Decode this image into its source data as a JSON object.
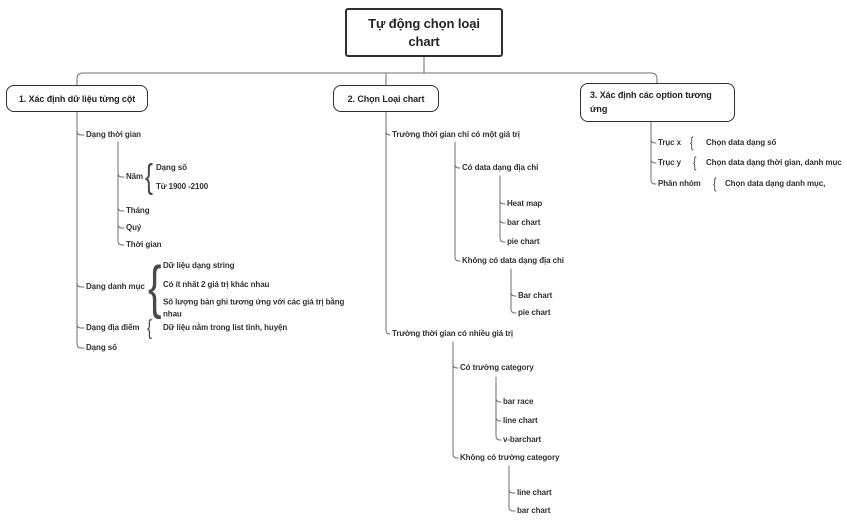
{
  "root": {
    "label": "Tự động chọn loại chart"
  },
  "glyphs": {
    "brace": "{"
  },
  "colors": {
    "line": "#6f6f6f",
    "text": "#323232",
    "border": "#2f2f2f",
    "background": "#ffffff"
  },
  "branch1": {
    "title": "1. Xác định dữ liệu từng cột",
    "time": {
      "label": "Dạng thời gian",
      "year": {
        "label": "Năm",
        "notes": [
          "Dạng số",
          "Từ 1900 -2100"
        ]
      },
      "month": {
        "label": "Tháng"
      },
      "quarter": {
        "label": "Quý"
      },
      "time_of_day": {
        "label": "Thời gian"
      }
    },
    "category": {
      "label": "Dạng danh mục",
      "notes": [
        "Dữ liệu dạng string",
        "Có ít nhất 2 giá trị khác nhau",
        "Số lượng bản ghi tương ứng với các giá trị bằng nhau"
      ]
    },
    "location": {
      "label": "Dạng địa điểm",
      "notes": [
        "Dữ liệu nằm trong list tỉnh, huyện"
      ]
    },
    "number": {
      "label": "Dạng số"
    }
  },
  "branch2": {
    "title": "2. Chọn Loại chart",
    "single_time_value": {
      "label": "Trường thời gian chỉ có một giá trị",
      "with_address_data": {
        "label": "Có data dạng địa chỉ",
        "charts": [
          "Heat map",
          "bar chart",
          "pie chart"
        ]
      },
      "without_address_data": {
        "label": "Không có data dạng địa chỉ",
        "charts": [
          "Bar chart",
          "pie chart"
        ]
      }
    },
    "multi_time_value": {
      "label": "Trường thời gian có nhiều giá trị",
      "with_category_field": {
        "label": "Có trường category",
        "charts": [
          "bar race",
          "line chart",
          "v-barchart"
        ]
      },
      "without_category_field": {
        "label": "Không có trường category",
        "charts": [
          "line chart",
          "bar chart"
        ]
      }
    }
  },
  "branch3": {
    "title": "3. Xác định các option tương ứng",
    "x_axis": {
      "label": "Trục x",
      "value": "Chọn data dạng số"
    },
    "y_axis": {
      "label": "Trục y",
      "value": "Chọn data dạng thời gian, danh mục"
    },
    "grouping": {
      "label": "Phân nhóm",
      "value": "Chọn data dạng danh mục,"
    }
  }
}
